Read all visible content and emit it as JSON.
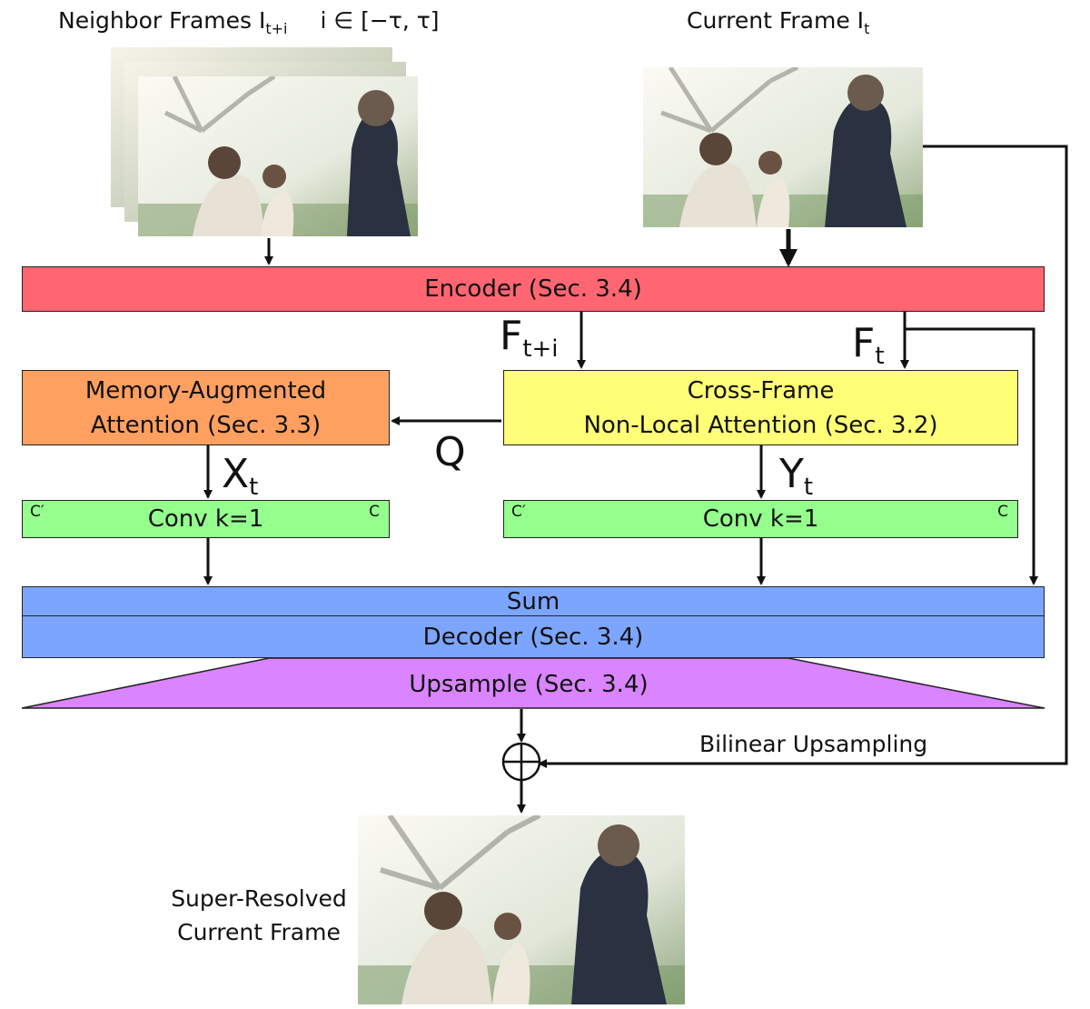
{
  "headers": {
    "neighbor_frames": "Neighbor Frames I",
    "neighbor_sub": "t+i",
    "neighbor_range": "i ∈ [−τ, τ]",
    "current_frame": "Current Frame I",
    "current_sub": "t"
  },
  "blocks": {
    "encoder": "Encoder (Sec. 3.4)",
    "memory_line1": "Memory-Augmented",
    "memory_line2": "Attention (Sec. 3.3)",
    "crossframe_line1": "Cross-Frame",
    "crossframe_line2": "Non-Local Attention (Sec. 3.2)",
    "conv_left": "Conv  k=1",
    "conv_right": "Conv  k=1",
    "conv_in": "C′",
    "conv_out": "C",
    "sum": "Sum",
    "decoder": "Decoder (Sec. 3.4)",
    "upsample": "Upsample (Sec. 3.4)"
  },
  "variables": {
    "f_neighbor": "F",
    "f_neighbor_sub": "t+i",
    "f_current": "F",
    "f_current_sub": "t",
    "q": "Q",
    "x": "X",
    "x_sub": "t",
    "y": "Y",
    "y_sub": "t"
  },
  "edges": {
    "bilinear": "Bilinear Upsampling"
  },
  "output": {
    "line1": "Super-Resolved",
    "line2": "Current Frame"
  },
  "colors": {
    "encoder": "#ff6671",
    "memory": "#ffa060",
    "crossframe": "#ffff77",
    "conv": "#94ff8c",
    "sum_decoder": "#7ca5ff",
    "upsample": "#da84ff"
  }
}
